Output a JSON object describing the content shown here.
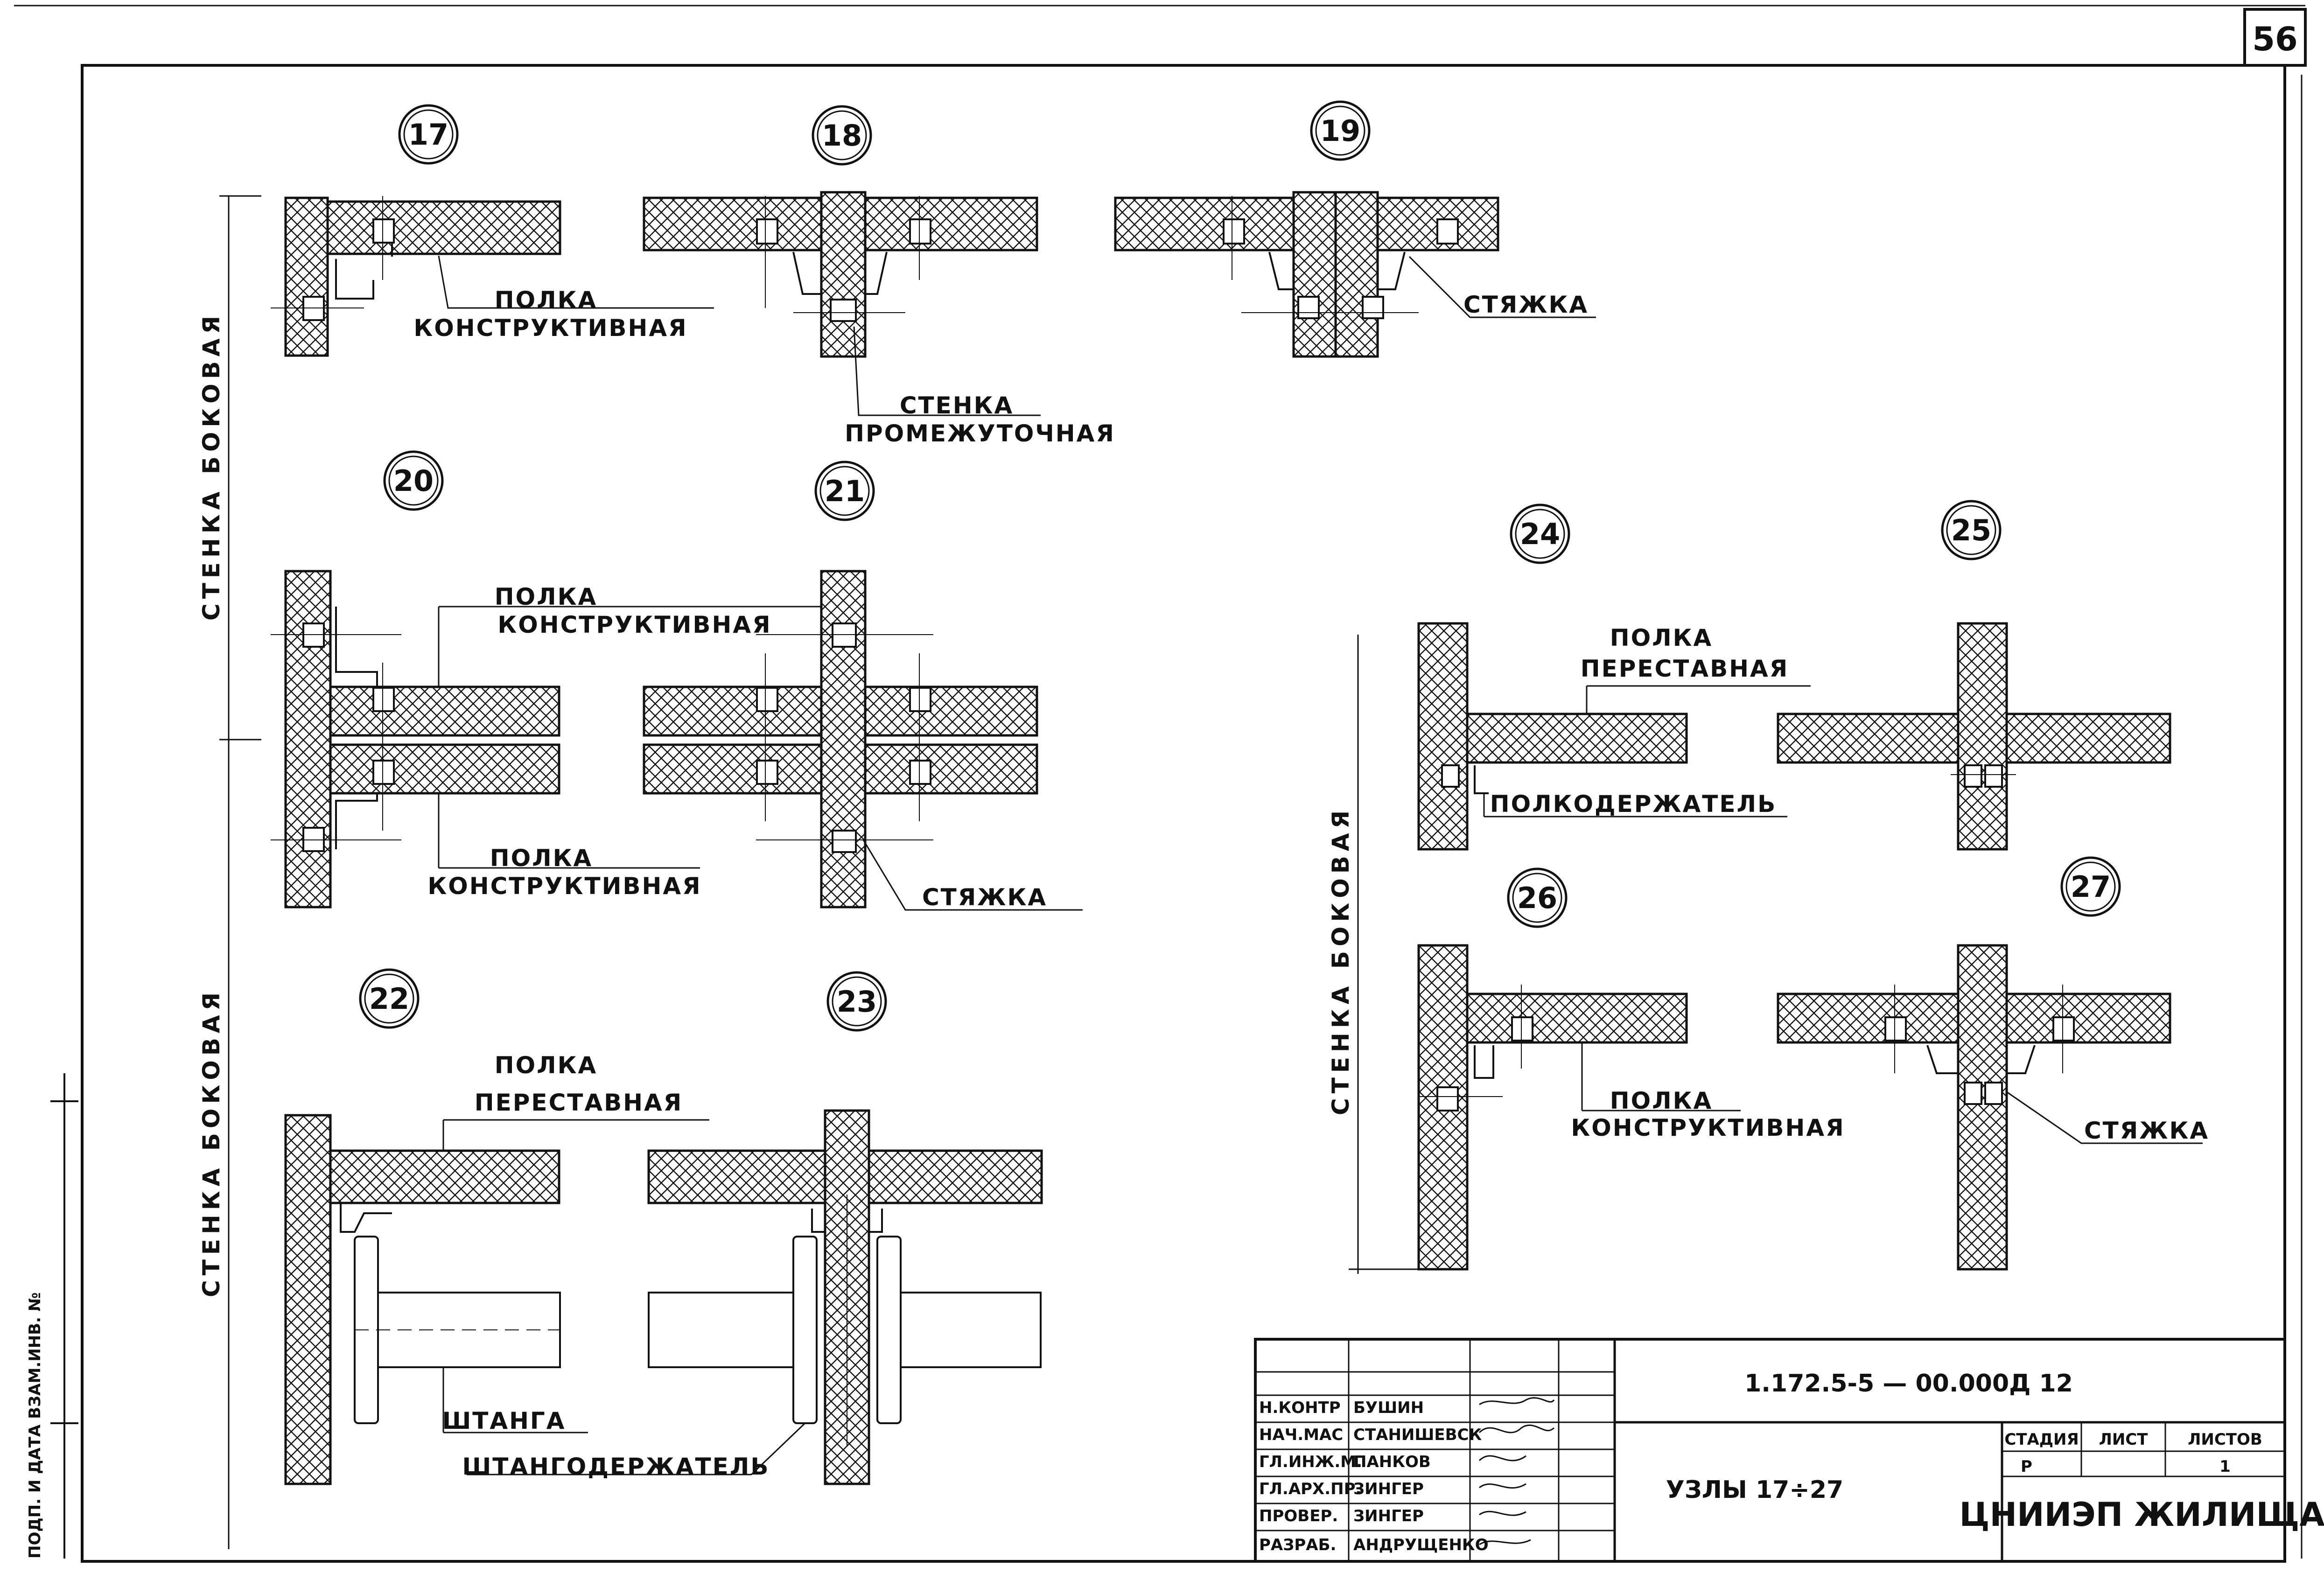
{
  "sheet_number": "56",
  "side_wall_label": "СТЕНКА БОКОВАЯ",
  "margin_stamp": "ПОДП. И ДАТА ВЗАМ.ИНВ. №",
  "nodes": [
    {
      "id": "17",
      "labels": [
        "ПОЛКА",
        "КОНСТРУКТИВНАЯ"
      ]
    },
    {
      "id": "18",
      "labels": [
        "СТЕНКА",
        "ПРОМЕЖУТОЧНАЯ"
      ]
    },
    {
      "id": "19",
      "labels": [
        "СТЯЖКА"
      ]
    },
    {
      "id": "20",
      "labels": [
        "ПОЛКА",
        "КОНСТРУКТИВНАЯ",
        "ПОЛКА",
        "КОНСТРУКТИВНАЯ"
      ]
    },
    {
      "id": "21",
      "labels": [
        "СТЯЖКА"
      ]
    },
    {
      "id": "22",
      "labels": [
        "ПОЛКА",
        "ПЕРЕСТАВНАЯ",
        "ШТАНГА"
      ]
    },
    {
      "id": "23",
      "labels": [
        "ШТАНГОДЕРЖАТЕЛЬ"
      ]
    },
    {
      "id": "24",
      "labels": [
        "ПОЛКА",
        "ПЕРЕСТАВНАЯ",
        "ПОЛКОДЕРЖАТЕЛЬ"
      ]
    },
    {
      "id": "25",
      "labels": []
    },
    {
      "id": "26",
      "labels": [
        "ПОЛКА",
        "КОНСТРУКТИВНАЯ"
      ]
    },
    {
      "id": "27",
      "labels": [
        "СТЯЖКА"
      ]
    }
  ],
  "title_block": {
    "document_code": "1.172.5-5 — 00.000Д 12",
    "title": "УЗЛЫ 17÷27",
    "organization": "ЦНИИЭП ЖИЛИЩА",
    "stage_header": "СТАДИЯ",
    "sheet_header": "ЛИСТ",
    "sheets_header": "ЛИСТОВ",
    "stage": "Р",
    "sheets_total": "1",
    "staff": [
      {
        "role": "Н.КОНТР",
        "name": "БУШИН"
      },
      {
        "role": "НАЧ.МАС",
        "name": "СТАНИШЕВСК"
      },
      {
        "role": "ГЛ.ИНЖ.М.",
        "name": "ПАНКОВ"
      },
      {
        "role": "ГЛ.АРХ.ПР.",
        "name": "ЗИНГЕР"
      },
      {
        "role": "ПРОВЕР.",
        "name": "ЗИНГЕР"
      },
      {
        "role": "РАЗРАБ.",
        "name": "АНДРУЩЕНКО"
      }
    ]
  }
}
